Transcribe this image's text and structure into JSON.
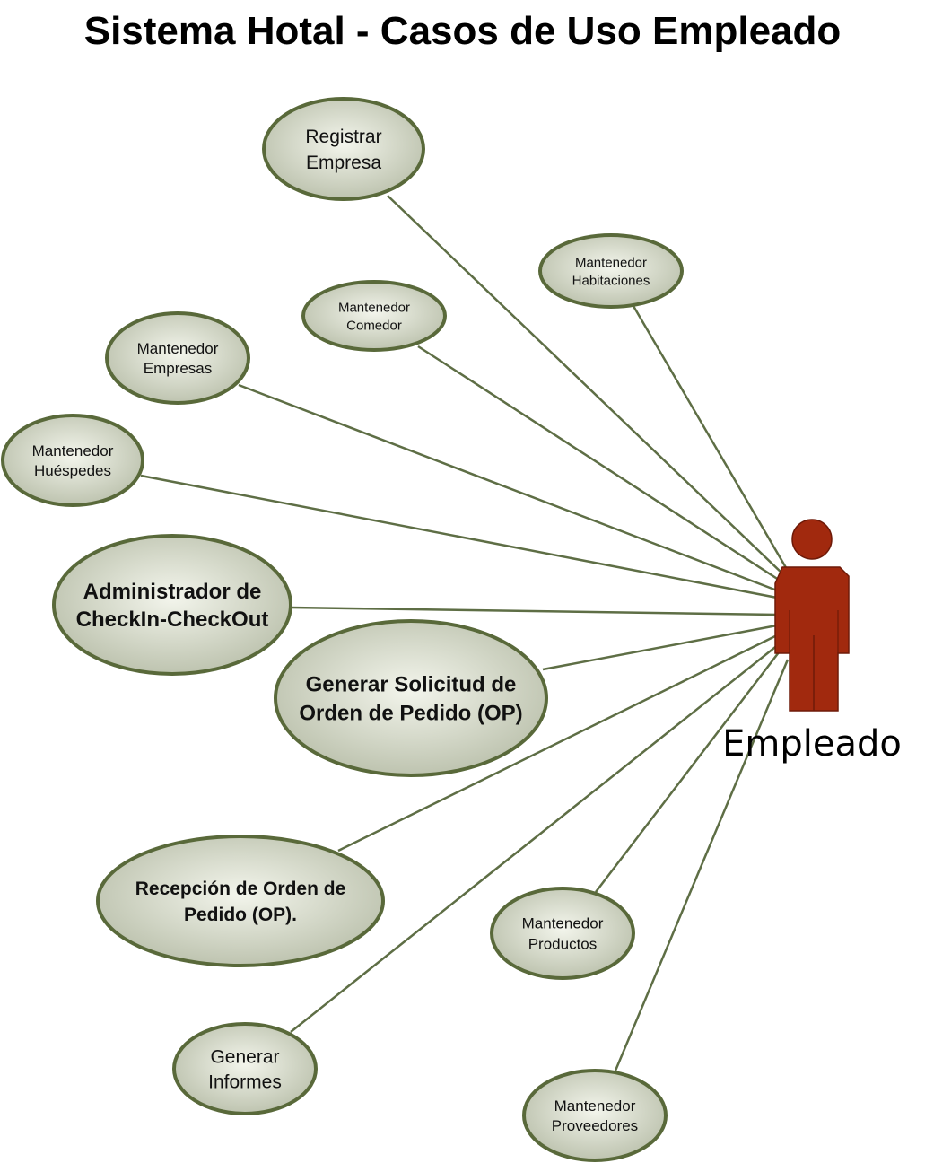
{
  "title": "Sistema Hotal - Casos de Uso Empleado",
  "actor": {
    "name": "Empleado",
    "icon": "person-actor-icon",
    "color": "#A1290E"
  },
  "colors": {
    "ellipse_fill_center": "#F3F5EC",
    "ellipse_fill_edge": "#B9BFAA",
    "ellipse_stroke": "#59693A",
    "association_line": "#5E6E45"
  },
  "use_cases": [
    {
      "id": "registrar-empresa",
      "lines": [
        "Registrar",
        "Empresa"
      ],
      "bold": false
    },
    {
      "id": "mantenedor-habitaciones",
      "lines": [
        "Mantenedor",
        "Habitaciones"
      ],
      "bold": false
    },
    {
      "id": "mantenedor-comedor",
      "lines": [
        "Mantenedor",
        "Comedor"
      ],
      "bold": false
    },
    {
      "id": "mantenedor-empresas",
      "lines": [
        "Mantenedor",
        "Empresas"
      ],
      "bold": false
    },
    {
      "id": "mantenedor-huespedes",
      "lines": [
        "Mantenedor",
        "Huéspedes"
      ],
      "bold": false
    },
    {
      "id": "administrador-checkin-checkout",
      "lines": [
        "Administrador de",
        "CheckIn-CheckOut"
      ],
      "bold": true
    },
    {
      "id": "generar-solicitud-op",
      "lines": [
        "Generar Solicitud de",
        "Orden de Pedido (OP)"
      ],
      "bold": true
    },
    {
      "id": "recepcion-op",
      "lines": [
        "Recepción de Orden de",
        "Pedido (OP)."
      ],
      "bold": true
    },
    {
      "id": "mantenedor-productos",
      "lines": [
        "Mantenedor",
        "Productos"
      ],
      "bold": false
    },
    {
      "id": "generar-informes",
      "lines": [
        "Generar",
        "Informes"
      ],
      "bold": false
    },
    {
      "id": "mantenedor-proveedores",
      "lines": [
        "Mantenedor",
        "Proveedores"
      ],
      "bold": false
    }
  ]
}
